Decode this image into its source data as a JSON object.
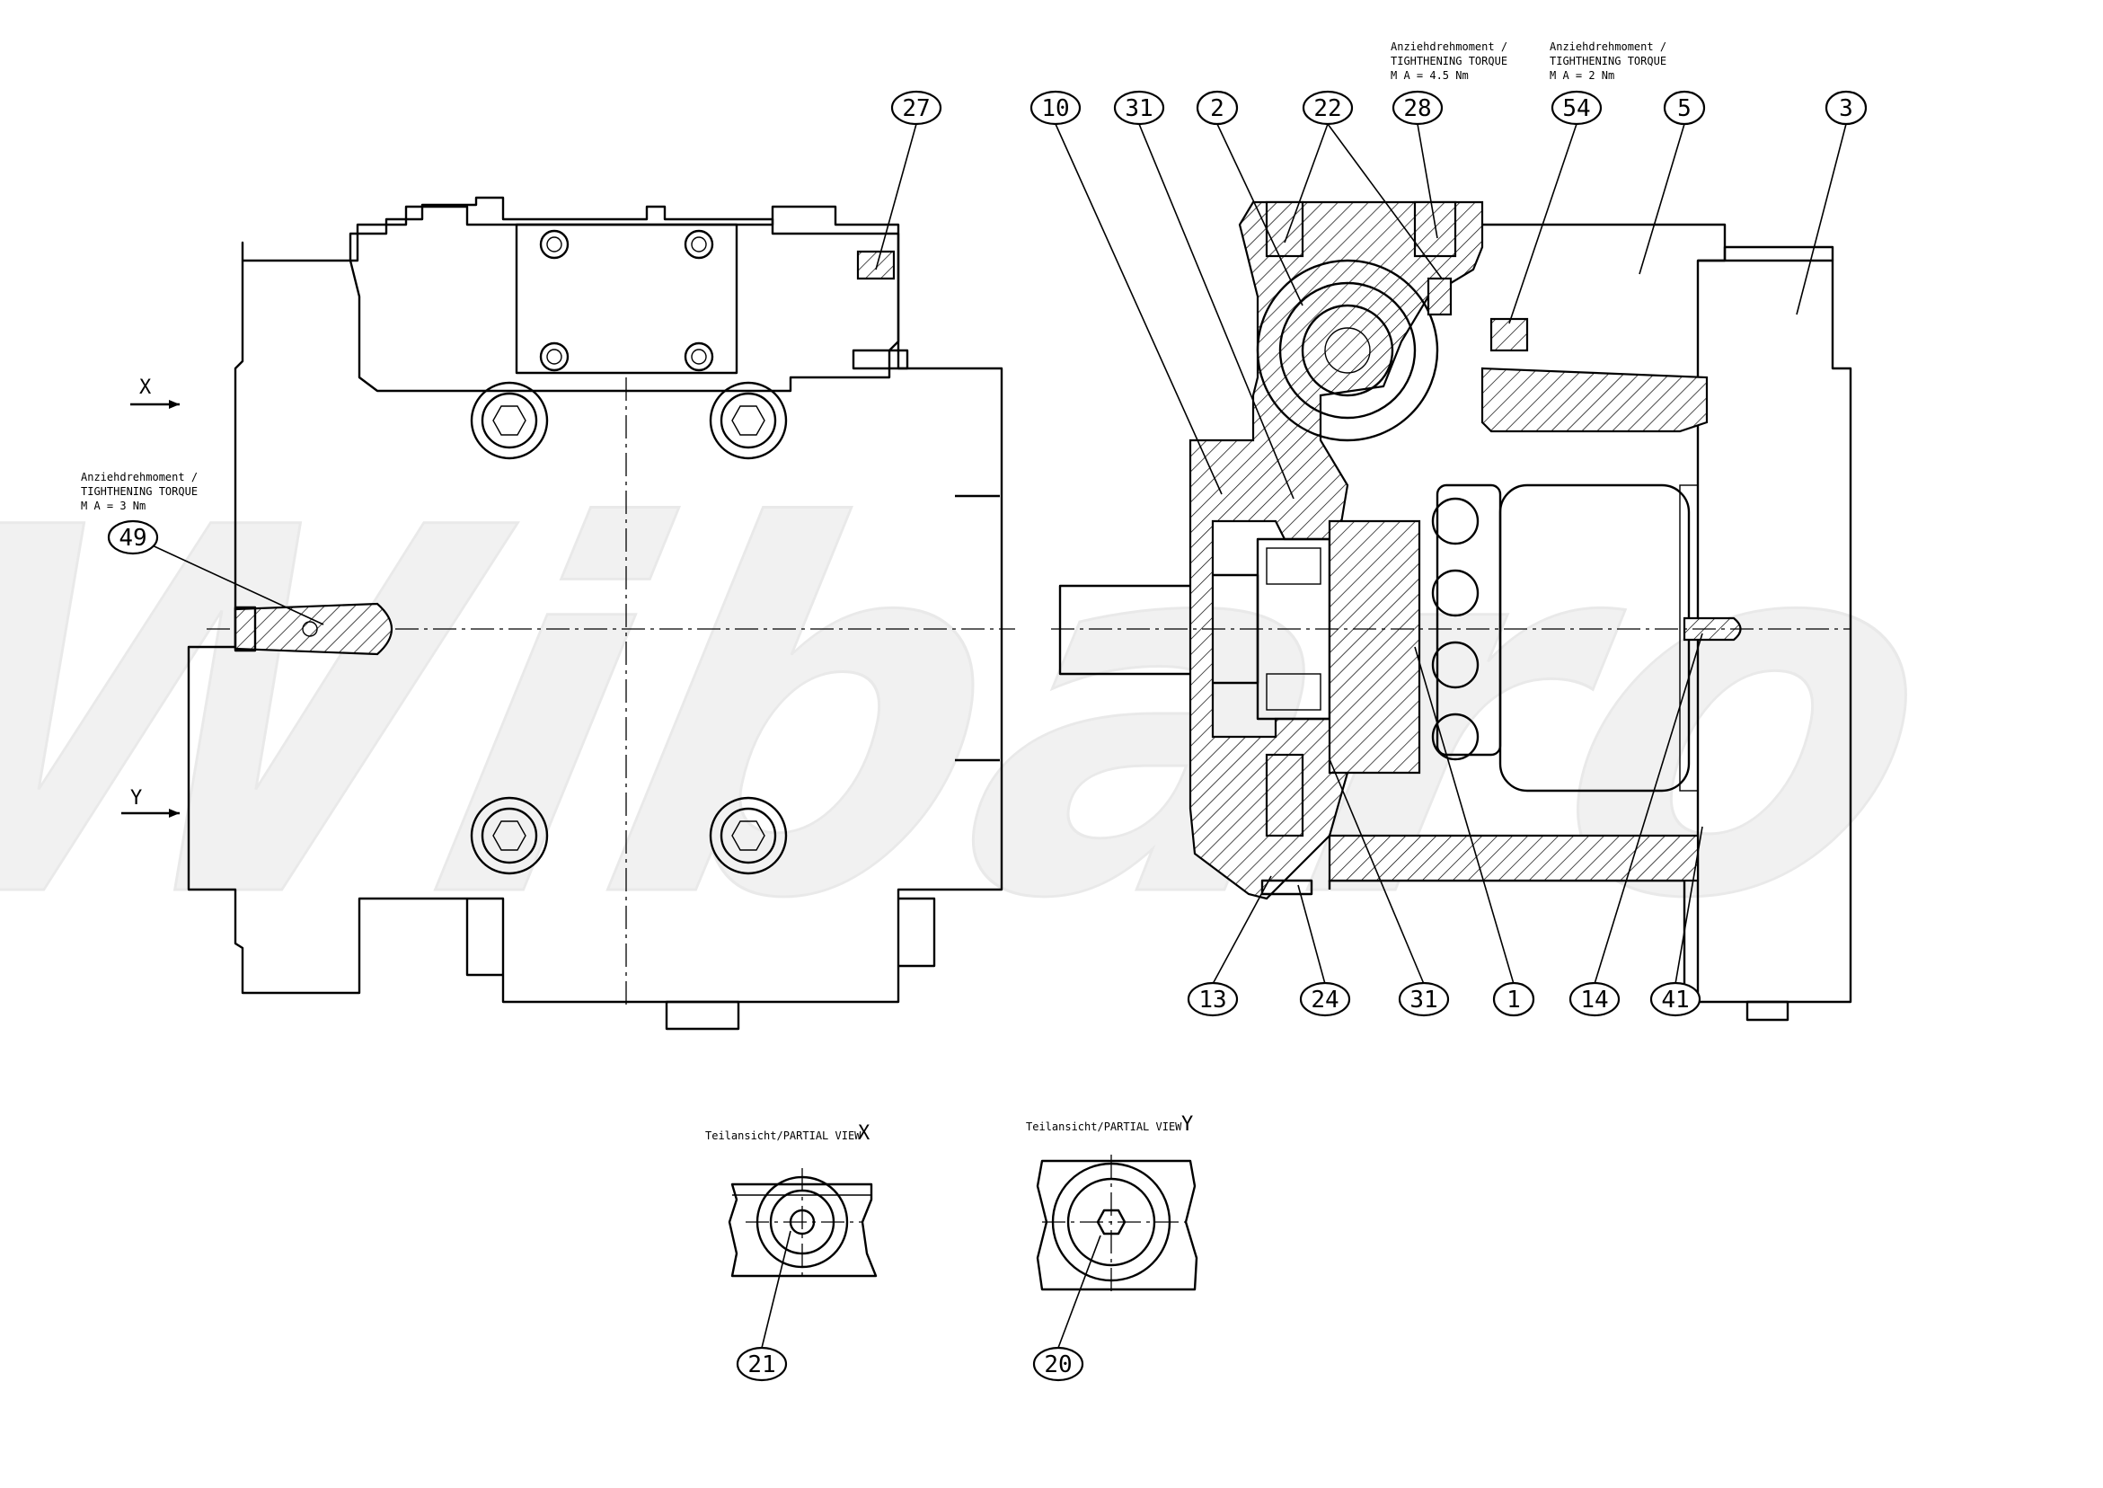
{
  "watermark": "Wibaro",
  "view_labels": {
    "x": "X",
    "y": "Y"
  },
  "torque_notes": [
    {
      "id": "note-49",
      "line1": "Anziehdrehmoment /",
      "line2": "TIGHTHENING TORQUE",
      "line3": "M A = 3 Nm"
    },
    {
      "id": "note-28",
      "line1": "Anziehdrehmoment /",
      "line2": "TIGHTHENING TORQUE",
      "line3": "M A = 4.5 Nm"
    },
    {
      "id": "note-54",
      "line1": "Anziehdrehmoment /",
      "line2": "TIGHTHENING TORQUE",
      "line3": "M A = 2 Nm"
    }
  ],
  "partial_views": [
    {
      "caption": "Teilansicht/PARTIAL VIEW",
      "letter": "X",
      "callout": "21"
    },
    {
      "caption": "Teilansicht/PARTIAL VIEW",
      "letter": "Y",
      "callout": "20"
    }
  ],
  "callouts_top": [
    "27",
    "10",
    "31",
    "2",
    "22",
    "28",
    "54",
    "5",
    "3"
  ],
  "callouts_bottom": [
    "13",
    "24",
    "31",
    "1",
    "14",
    "41"
  ],
  "callout_left": "49"
}
